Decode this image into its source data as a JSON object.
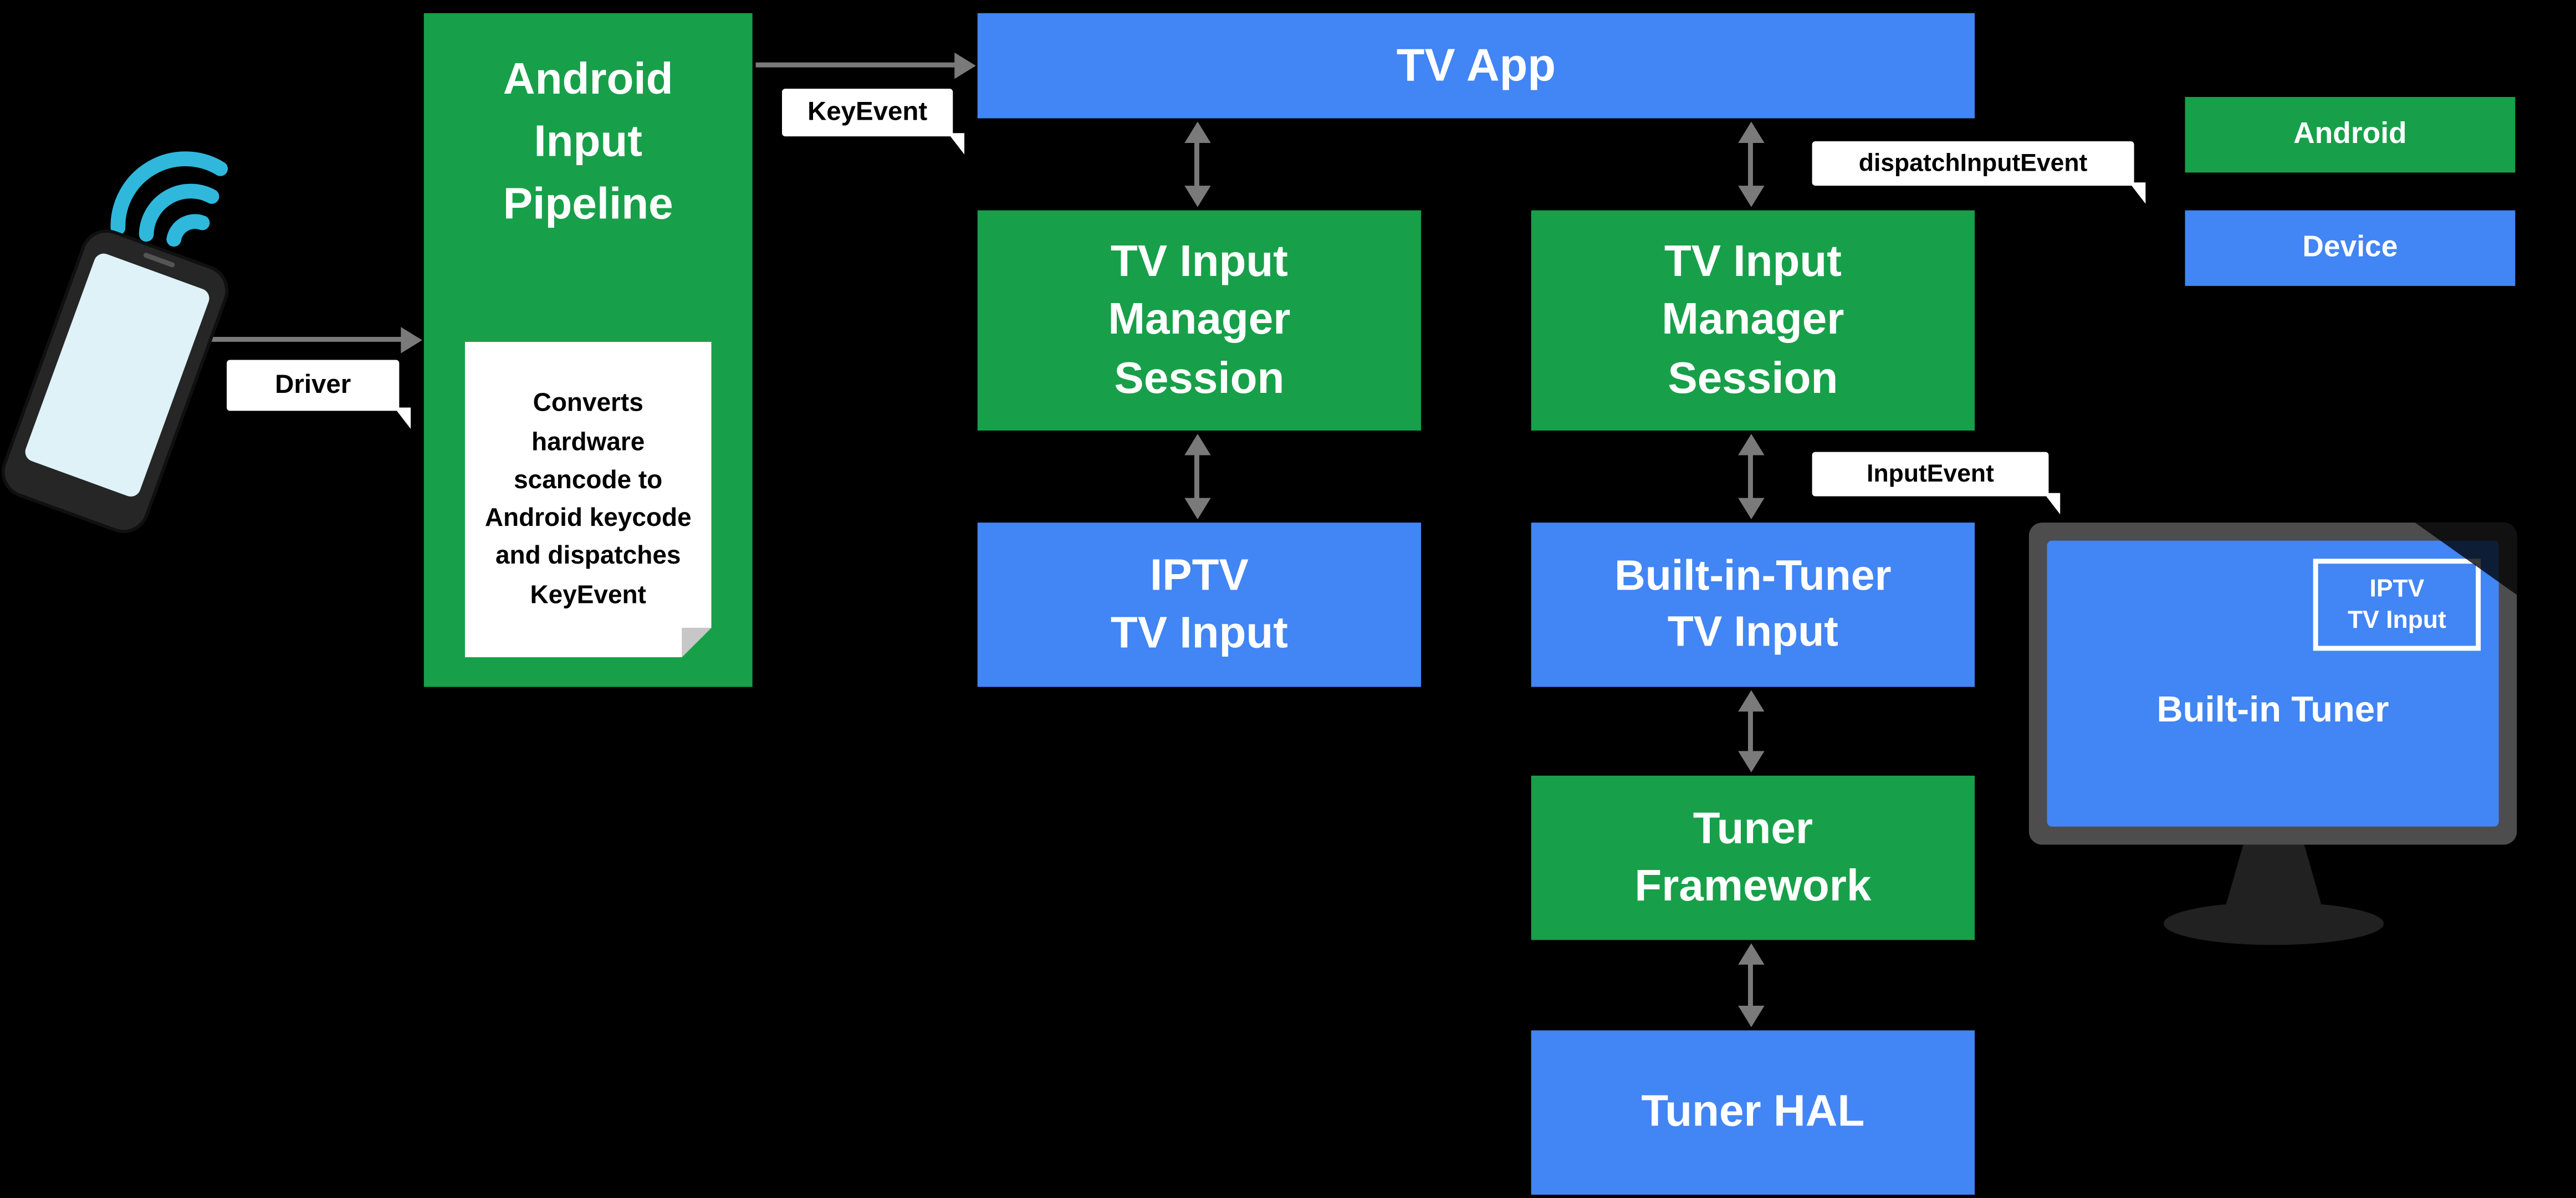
{
  "colors": {
    "background": "#000000",
    "android_green": "#17A049",
    "device_blue": "#4285F4",
    "arrow_gray": "#7a7a7a",
    "wifi_cyan": "#2FB8DC"
  },
  "legend": {
    "android_label": "Android",
    "device_label": "Device"
  },
  "pipeline": {
    "title": "Android\nInput\nPipeline",
    "note": "Converts\nhardware\nscancode to\nAndroid keycode\nand dispatches\nKeyEvent"
  },
  "labels": {
    "driver": "Driver",
    "keyevent": "KeyEvent",
    "dispatch_input_event": "dispatchInputEvent",
    "input_event": "InputEvent"
  },
  "nodes": {
    "tv_app": "TV App",
    "tv_input_manager_session_left": "TV Input\nManager\nSession",
    "tv_input_manager_session_right": "TV Input\nManager\nSession",
    "iptv_tv_input": "IPTV\nTV Input",
    "built_in_tuner_tv_input": "Built-in-Tuner\nTV Input",
    "tuner_framework": "Tuner\nFramework",
    "tuner_hal": "Tuner HAL"
  },
  "monitor": {
    "iptv_badge": "IPTV\nTV Input",
    "screen_label": "Built-in Tuner"
  }
}
